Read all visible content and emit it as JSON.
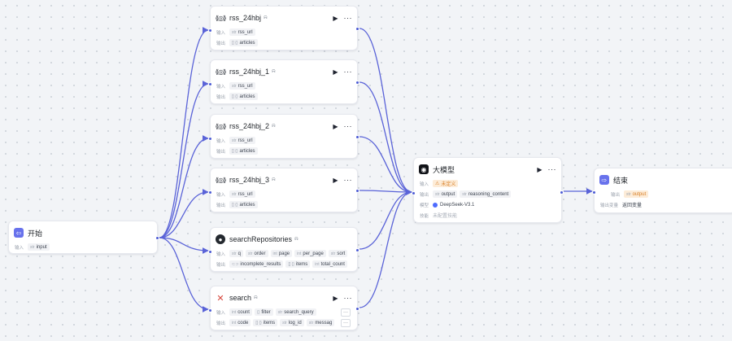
{
  "start": {
    "title": "开始",
    "input_label": "输入",
    "input_var": "input",
    "input_type": "str"
  },
  "rss": [
    {
      "title": "rss_24hbj",
      "input_label": "输入",
      "input_var": "rss_url",
      "input_type": "str",
      "output_label": "输出",
      "output_var": "articles",
      "output_type": "[] {}"
    },
    {
      "title": "rss_24hbj_1",
      "input_label": "输入",
      "input_var": "rss_url",
      "input_type": "str",
      "output_label": "输出",
      "output_var": "articles",
      "output_type": "[] {}"
    },
    {
      "title": "rss_24hbj_2",
      "input_label": "输入",
      "input_var": "rss_url",
      "input_type": "str",
      "output_label": "输出",
      "output_var": "articles",
      "output_type": "[] {}"
    },
    {
      "title": "rss_24hbj_3",
      "input_label": "输入",
      "input_var": "rss_url",
      "input_type": "str",
      "output_label": "输出",
      "output_var": "articles",
      "output_type": "[] {}"
    }
  ],
  "github": {
    "title": "searchRepositories",
    "input_label": "输入",
    "inputs": [
      {
        "type": "str",
        "name": "q"
      },
      {
        "type": "str",
        "name": "order"
      },
      {
        "type": "int",
        "name": "page"
      },
      {
        "type": "int",
        "name": "per_page"
      },
      {
        "type": "str",
        "name": "sort"
      }
    ],
    "output_label": "输出",
    "outputs": [
      {
        "type": "",
        "name": "incomplete_results"
      },
      {
        "type": "[] {}",
        "name": "items"
      },
      {
        "type": "int",
        "name": "total_count"
      }
    ]
  },
  "search": {
    "title": "search",
    "input_label": "输入",
    "inputs": [
      {
        "type": "int",
        "name": "count"
      },
      {
        "type": "{}",
        "name": "filter"
      },
      {
        "type": "str",
        "name": "search_query"
      }
    ],
    "output_label": "输出",
    "outputs": [
      {
        "type": "int",
        "name": "code"
      },
      {
        "type": "[] {}",
        "name": "items"
      },
      {
        "type": "str",
        "name": "log_id"
      },
      {
        "type": "str",
        "name": "messag"
      }
    ],
    "more": "···"
  },
  "llm": {
    "title": "大模型",
    "input_label": "输入",
    "input_warning": "未定义",
    "output_label": "输出",
    "outputs": [
      {
        "type": "str",
        "name": "output"
      },
      {
        "type": "str",
        "name": "reasoning_content"
      }
    ],
    "model_label": "模型",
    "model": "DeepSeek-V3.1",
    "skill_label": "技能",
    "skill": "未配置技能"
  },
  "end": {
    "title": "结束",
    "output_var_label": "输出",
    "output_var": "output",
    "output_var_type": "str",
    "output_text_label": "输出变量",
    "output_text": "返回变量"
  },
  "icons": {
    "start": "start-icon",
    "rss": "rss-plugin-icon",
    "github": "github-icon",
    "search": "x-search-icon",
    "llm": "llm-icon",
    "end": "end-icon",
    "run": "play-icon",
    "menu": "more-icon",
    "debug": "debug-icon"
  },
  "colors": {
    "wire": "#5a63d8",
    "port": "#4c5bd4",
    "accent": "#6872ec",
    "warning_bg": "#fdecd8",
    "warning_text": "#d9822b"
  }
}
